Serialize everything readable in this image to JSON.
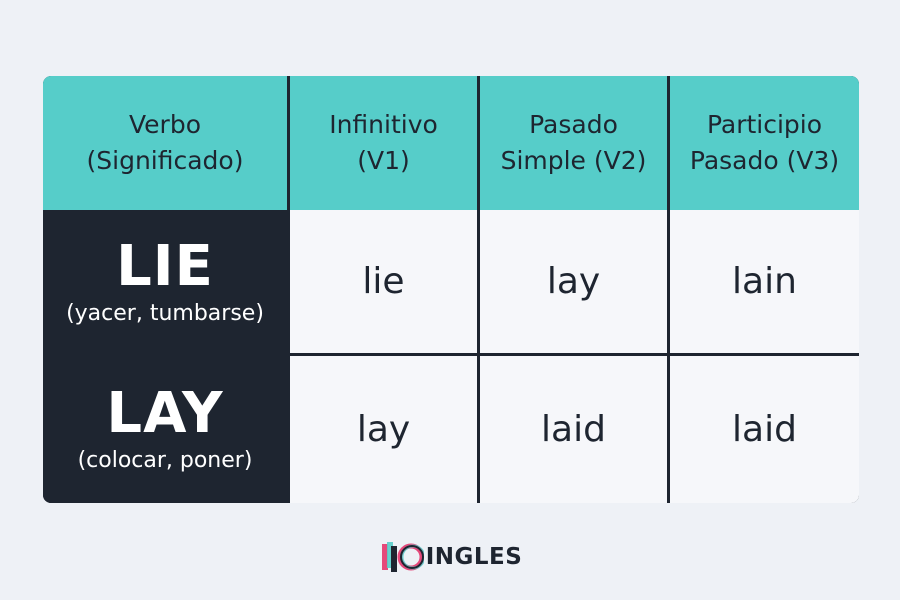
{
  "table": {
    "headers": [
      {
        "line1": "Verbo",
        "line2": "(Significado)"
      },
      {
        "line1": "Infinitivo",
        "line2": "(V1)"
      },
      {
        "line1": "Pasado",
        "line2": "Simple (V2)"
      },
      {
        "line1": "Participio",
        "line2": "Pasado (V3)"
      }
    ],
    "rows": [
      {
        "verb": "LIE",
        "meaning": "(yacer, tumbarse)",
        "v1": "lie",
        "v2": "lay",
        "v3": "lain"
      },
      {
        "verb": "LAY",
        "meaning": "(colocar, poner)",
        "v1": "lay",
        "v2": "laid",
        "v3": "laid"
      }
    ]
  },
  "logo": {
    "text": "INGLES",
    "mark": "10"
  },
  "colors": {
    "header": "#56cdc9",
    "dark": "#1e2530",
    "cell": "#f6f7fa",
    "logo_pink": "#e5487a",
    "logo_teal": "#56cdc9"
  }
}
